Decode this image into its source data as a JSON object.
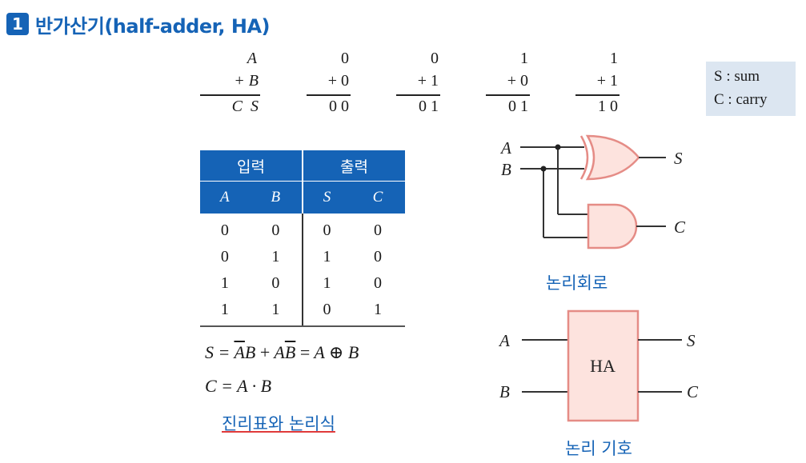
{
  "header": {
    "number": "1",
    "title": "반가산기(half-adder, HA)"
  },
  "legend": {
    "line1": "S : sum",
    "line2": "C : carry"
  },
  "additions": [
    {
      "top": "A",
      "addend": "+ B",
      "result": "C  S"
    },
    {
      "top": "0",
      "addend": "+ 0",
      "result": "0 0"
    },
    {
      "top": "0",
      "addend": "+ 1",
      "result": "0 1"
    },
    {
      "top": "1",
      "addend": "+ 0",
      "result": "0 1"
    },
    {
      "top": "1",
      "addend": "+ 1",
      "result": "1 0"
    }
  ],
  "truth_table": {
    "group_headers": [
      "입력",
      "출력"
    ],
    "columns": [
      "A",
      "B",
      "S",
      "C"
    ],
    "rows": [
      [
        "0",
        "0",
        "0",
        "0"
      ],
      [
        "0",
        "1",
        "1",
        "0"
      ],
      [
        "1",
        "0",
        "1",
        "0"
      ],
      [
        "1",
        "1",
        "0",
        "1"
      ]
    ]
  },
  "equations": {
    "sum": {
      "lhs": "S =",
      "t1a": "A",
      "t1b": "B",
      "plus": "+",
      "t2a": "A",
      "t2b": "B",
      "eq": "=",
      "x": "A",
      "xor": "⊕",
      "y": "B"
    },
    "carry": {
      "text": "C = A · B"
    }
  },
  "captions": {
    "table": "진리표와 논리식",
    "circuit": "논리회로",
    "symbol": "논리 기호"
  },
  "circuit": {
    "in_a": "A",
    "in_b": "B",
    "out_s": "S",
    "out_c": "C"
  },
  "symbol": {
    "in_a": "A",
    "in_b": "B",
    "block": "HA",
    "out_s": "S",
    "out_c": "C"
  },
  "colors": {
    "accent": "#1563b6",
    "gate_fill": "#fde3de",
    "gate_stroke": "#e58c86",
    "legend_bg": "#dce6f1"
  }
}
